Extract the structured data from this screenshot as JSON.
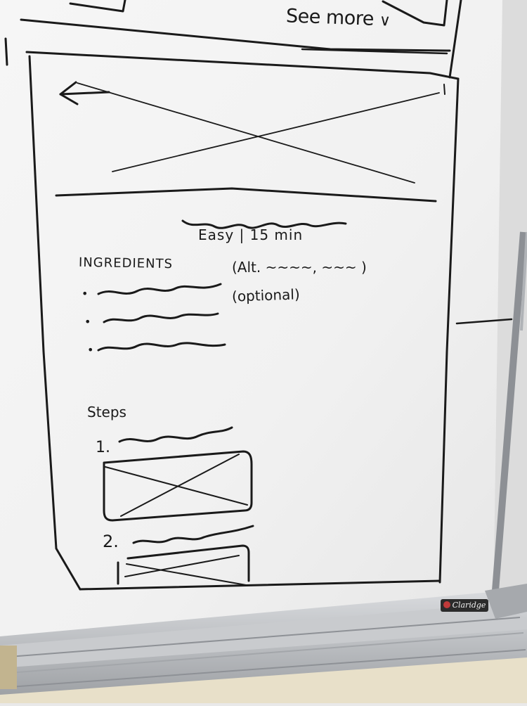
{
  "header": {
    "see_more_label": "See more",
    "see_more_chevron": "chevron-down-icon"
  },
  "recipe": {
    "back_icon": "arrow-left-icon",
    "hero_image": "image-placeholder",
    "meta": "Easy | 15 min"
  },
  "ingredients": {
    "heading": "INGREDIENTS",
    "alternatives_note": "(Alt. ~~~~, ~~~ )",
    "optional_note": "(optional)",
    "bullets": [
      "•",
      "•",
      "•"
    ]
  },
  "steps": {
    "heading": "Steps",
    "items": [
      {
        "number": "1.",
        "image": "image-placeholder"
      },
      {
        "number": "2.",
        "image": "image-placeholder"
      }
    ]
  },
  "whiteboard": {
    "brand": "Claridge",
    "colors": {
      "board": "#f2f2f2",
      "ink": "#1a1a1a",
      "tray": "#b9bcc0"
    }
  }
}
